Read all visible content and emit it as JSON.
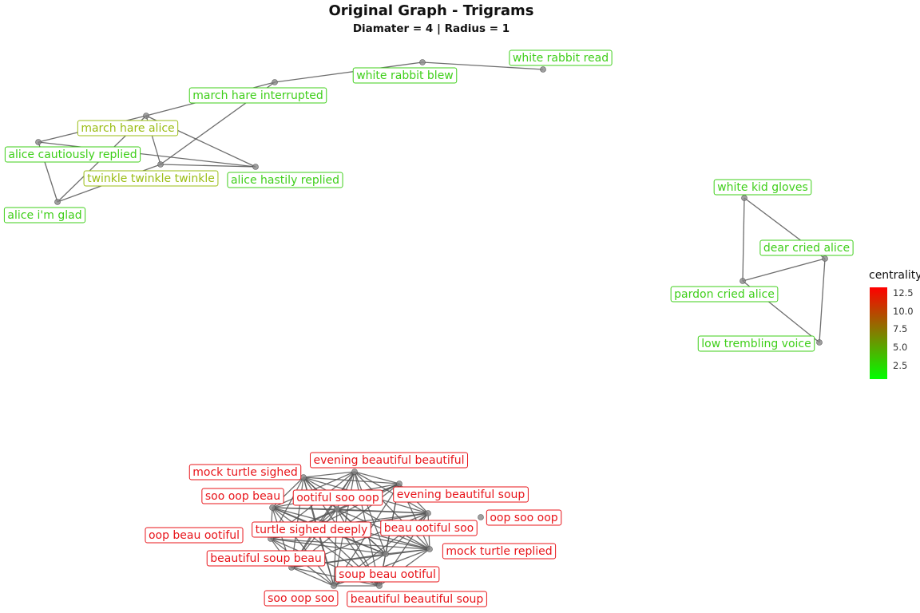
{
  "title": "Original Graph - Trigrams",
  "subtitle": "Diamater =  4  | Radius =  1",
  "colors": {
    "low": "#00ff00",
    "high": "#ff0000",
    "edge": "#555555",
    "node": "#888888"
  },
  "legend": {
    "title": "centrality",
    "range": [
      0.5,
      13
    ],
    "ticks": [
      "12.5",
      "10.0",
      "7.5",
      "5.0",
      "2.5"
    ]
  },
  "nodes": [
    {
      "id": "white rabbit read",
      "label": "white rabbit read",
      "centrality": 1
    },
    {
      "id": "white rabbit blew",
      "label": "white rabbit blew",
      "centrality": 1.5
    },
    {
      "id": "march hare interrupted",
      "label": "march hare interrupted",
      "centrality": 3
    },
    {
      "id": "march hare alice",
      "label": "march hare alice",
      "centrality": 5
    },
    {
      "id": "alice cautiously replied",
      "label": "alice cautiously replied",
      "centrality": 3
    },
    {
      "id": "twinkle twinkle twinkle",
      "label": "twinkle twinkle twinkle",
      "centrality": 5
    },
    {
      "id": "alice hastily replied",
      "label": "alice hastily replied",
      "centrality": 2
    },
    {
      "id": "alice i'm glad",
      "label": "alice i'm glad",
      "centrality": 2
    },
    {
      "id": "white kid gloves",
      "label": "white kid gloves",
      "centrality": 1.5
    },
    {
      "id": "dear cried alice",
      "label": "dear cried alice",
      "centrality": 2
    },
    {
      "id": "pardon cried alice",
      "label": "pardon cried alice",
      "centrality": 2
    },
    {
      "id": "low trembling voice",
      "label": "low trembling voice",
      "centrality": 1.5
    },
    {
      "id": "mock turtle sighed",
      "label": "mock turtle sighed",
      "centrality": 13
    },
    {
      "id": "evening beautiful beautiful",
      "label": "evening beautiful beautiful",
      "centrality": 13
    },
    {
      "id": "soo oop beau",
      "label": "soo oop beau",
      "centrality": 13
    },
    {
      "id": "ootiful soo oop",
      "label": "ootiful soo oop",
      "centrality": 13
    },
    {
      "id": "evening beautiful soup",
      "label": "evening beautiful soup",
      "centrality": 13
    },
    {
      "id": "oop soo oop",
      "label": "oop soo oop",
      "centrality": 13
    },
    {
      "id": "oop beau ootiful",
      "label": "oop beau ootiful",
      "centrality": 13
    },
    {
      "id": "turtle sighed deeply",
      "label": "turtle sighed deeply",
      "centrality": 13
    },
    {
      "id": "beau ootiful soo",
      "label": "beau ootiful soo",
      "centrality": 13
    },
    {
      "id": "mock turtle replied",
      "label": "mock turtle replied",
      "centrality": 13
    },
    {
      "id": "beautiful soup beau",
      "label": "beautiful soup beau",
      "centrality": 13
    },
    {
      "id": "soup beau ootiful",
      "label": "soup beau ootiful",
      "centrality": 13
    },
    {
      "id": "soo oop soo",
      "label": "soo oop soo",
      "centrality": 13
    },
    {
      "id": "beautiful beautiful soup",
      "label": "beautiful beautiful soup",
      "centrality": 13
    }
  ],
  "edges": [
    [
      "white rabbit read",
      "white rabbit blew"
    ],
    [
      "white rabbit blew",
      "march hare interrupted"
    ],
    [
      "march hare interrupted",
      "march hare alice"
    ],
    [
      "march hare interrupted",
      "twinkle twinkle twinkle"
    ],
    [
      "march hare alice",
      "alice cautiously replied"
    ],
    [
      "march hare alice",
      "twinkle twinkle twinkle"
    ],
    [
      "march hare alice",
      "alice hastily replied"
    ],
    [
      "march hare alice",
      "alice i'm glad"
    ],
    [
      "alice cautiously replied",
      "alice hastily replied"
    ],
    [
      "alice cautiously replied",
      "alice i'm glad"
    ],
    [
      "twinkle twinkle twinkle",
      "alice hastily replied"
    ],
    [
      "twinkle twinkle twinkle",
      "alice i'm glad"
    ],
    [
      "white kid gloves",
      "dear cried alice"
    ],
    [
      "white kid gloves",
      "pardon cried alice"
    ],
    [
      "dear cried alice",
      "pardon cried alice"
    ],
    [
      "dear cried alice",
      "low trembling voice"
    ],
    [
      "pardon cried alice",
      "low trembling voice"
    ]
  ],
  "clique": [
    "mock turtle sighed",
    "evening beautiful beautiful",
    "soo oop beau",
    "ootiful soo oop",
    "evening beautiful soup",
    "oop soo oop",
    "oop beau ootiful",
    "turtle sighed deeply",
    "beau ootiful soo",
    "mock turtle replied",
    "beautiful soup beau",
    "soup beau ootiful",
    "soo oop soo",
    "beautiful beautiful soup"
  ]
}
